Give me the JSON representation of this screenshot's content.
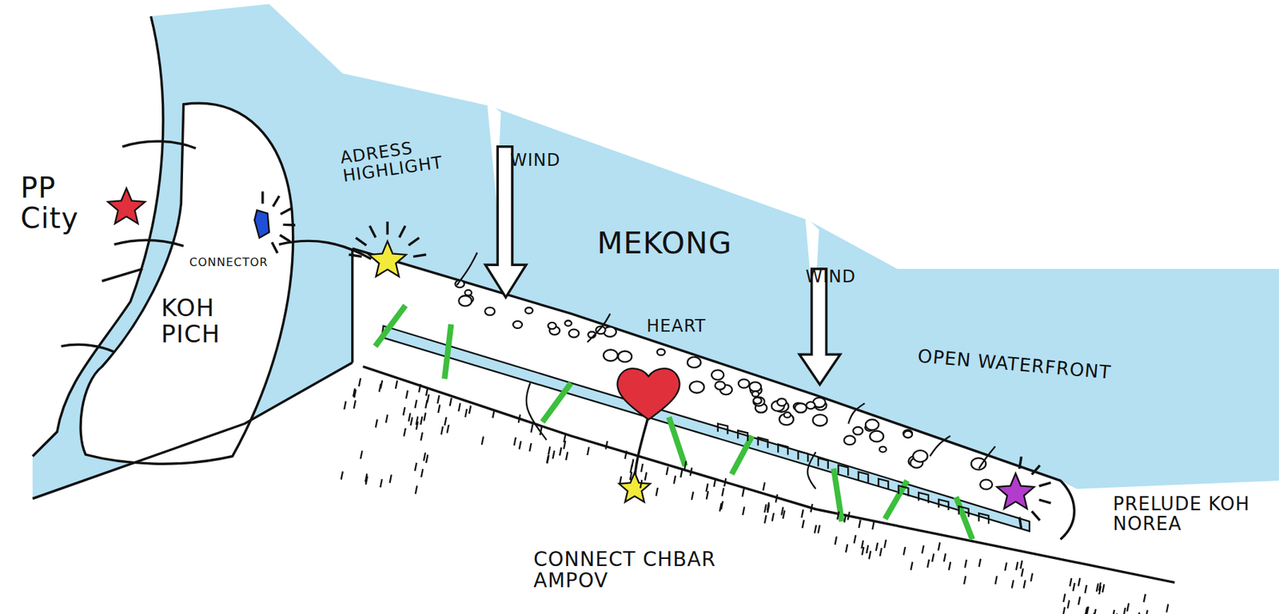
{
  "diagram": {
    "labels": [
      "PP City",
      "ADRESS HIGHLIGHT",
      "WIND",
      "MEKONG",
      "WIND",
      "CONNECTOR",
      "KOH PICH",
      "HEART",
      "OPEN WATERFRONT",
      "CONNECT CHBAR AMPOV",
      "PRELUDE KOH NOREA"
    ]
  }
}
